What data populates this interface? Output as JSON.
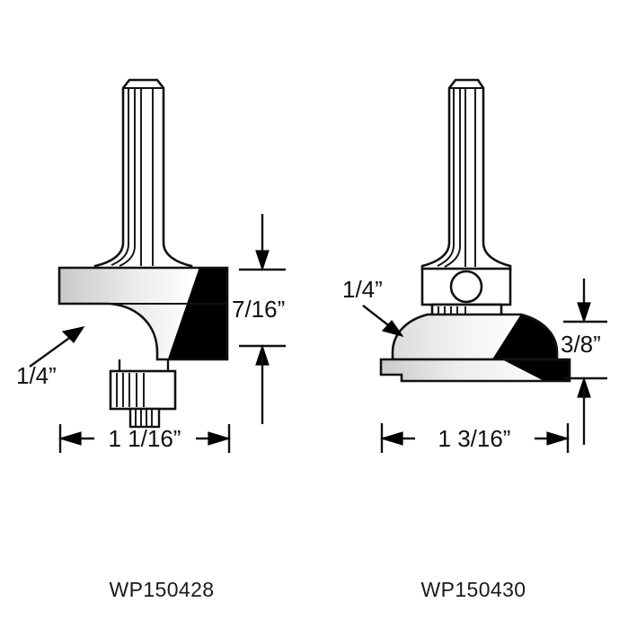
{
  "document": {
    "type": "technical-drawing",
    "subject": "router-bit-dimension-diagram",
    "background_color": "#ffffff",
    "line_color": "#111111",
    "fill_black": "#000000",
    "fill_light": "#ffffff",
    "fill_gray": "#cfcfcf"
  },
  "figures": [
    {
      "id": "left",
      "part_number": "WP150428",
      "dimensions": {
        "radius": "1/4”",
        "height": "7/16”",
        "width": "1 1/16”"
      }
    },
    {
      "id": "right",
      "part_number": "WP150430",
      "dimensions": {
        "radius": "1/4”",
        "height": "3/8”",
        "width": "1 3/16”"
      }
    }
  ],
  "labels": {
    "left_radius": "1/4”",
    "left_height": "7/16”",
    "left_width": "1 1/16”",
    "left_part": "WP150428",
    "right_radius": "1/4”",
    "right_height": "3/8”",
    "right_width": "1 3/16”",
    "right_part": "WP150430"
  }
}
